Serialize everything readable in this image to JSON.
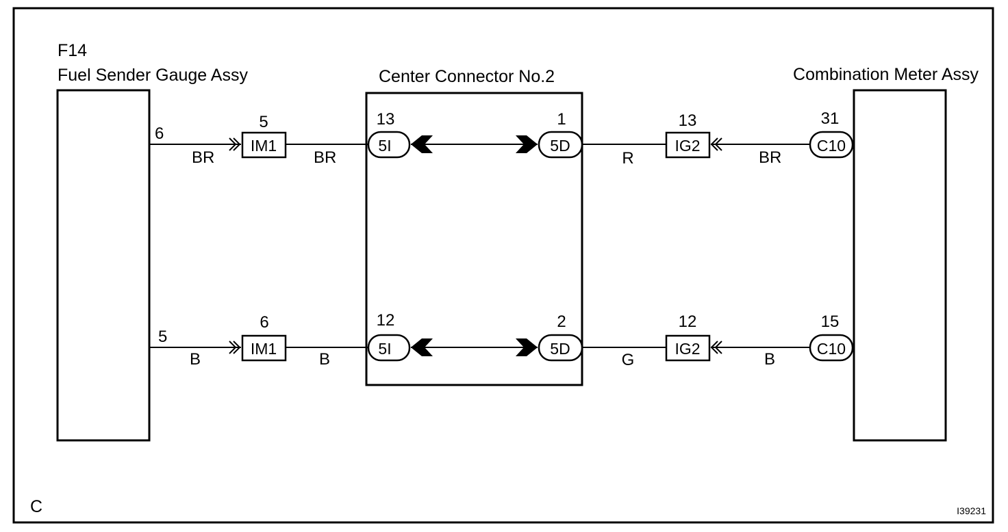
{
  "frame_letter": "C",
  "figure_id": "I39231",
  "components": {
    "fuel_sender": {
      "code": "F14",
      "name": "Fuel Sender Gauge Assy"
    },
    "center_connector": {
      "name": "Center Connector No.2"
    },
    "combination_meter": {
      "name": "Combination Meter Assy"
    }
  },
  "circuits": [
    {
      "sender_pin": "6",
      "wire_left": "BR",
      "inline1": {
        "pin": "5",
        "name": "IM1"
      },
      "wire_mid_left": "BR",
      "cc_left": {
        "pin": "13",
        "name": "5I"
      },
      "cc_right": {
        "pin": "1",
        "name": "5D"
      },
      "wire_mid_right": "R",
      "inline2": {
        "pin": "13",
        "name": "IG2"
      },
      "wire_right": "BR",
      "meter": {
        "pin": "31",
        "name": "C10"
      }
    },
    {
      "sender_pin": "5",
      "wire_left": "B",
      "inline1": {
        "pin": "6",
        "name": "IM1"
      },
      "wire_mid_left": "B",
      "cc_left": {
        "pin": "12",
        "name": "5I"
      },
      "cc_right": {
        "pin": "2",
        "name": "5D"
      },
      "wire_mid_right": "G",
      "inline2": {
        "pin": "12",
        "name": "IG2"
      },
      "wire_right": "B",
      "meter": {
        "pin": "15",
        "name": "C10"
      }
    }
  ]
}
